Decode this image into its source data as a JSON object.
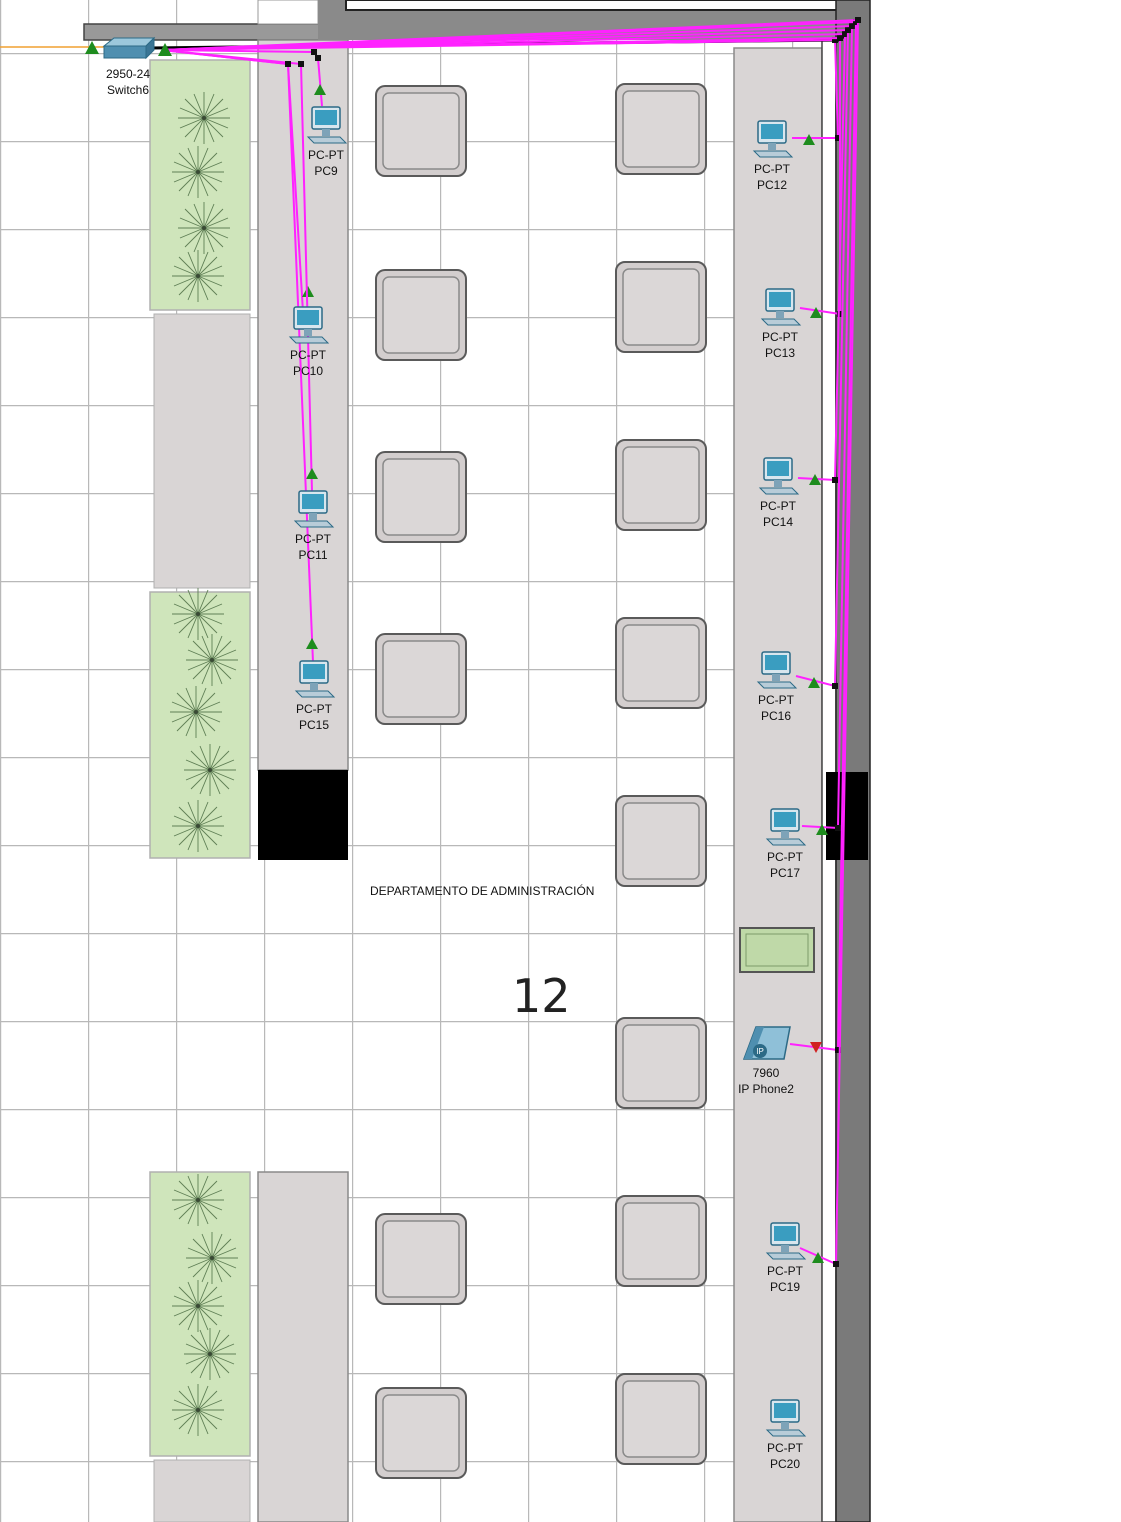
{
  "area_label": "DEPARTAMENTO DE ADMINISTRACIÓN",
  "room_number": "12",
  "colors": {
    "link": "#ff22ff",
    "trunk": "#000000",
    "uplink": "#f0a030",
    "port_up": "#1e8c1e",
    "port_down": "#d02020",
    "pc_screen": "#3a9dc0",
    "planter": "#cfe5bb",
    "wall": "#777777",
    "walkway": "#d9d5d5",
    "chair": "#d5d0d0"
  },
  "devices": [
    {
      "id": "switch6",
      "icon": "switch-icon",
      "model": "2950-24",
      "name": "Switch6"
    },
    {
      "id": "pc9",
      "icon": "pc-icon",
      "model": "PC-PT",
      "name": "PC9"
    },
    {
      "id": "pc10",
      "icon": "pc-icon",
      "model": "PC-PT",
      "name": "PC10"
    },
    {
      "id": "pc11",
      "icon": "pc-icon",
      "model": "PC-PT",
      "name": "PC11"
    },
    {
      "id": "pc15",
      "icon": "pc-icon",
      "model": "PC-PT",
      "name": "PC15"
    },
    {
      "id": "pc12",
      "icon": "pc-icon",
      "model": "PC-PT",
      "name": "PC12"
    },
    {
      "id": "pc13",
      "icon": "pc-icon",
      "model": "PC-PT",
      "name": "PC13"
    },
    {
      "id": "pc14",
      "icon": "pc-icon",
      "model": "PC-PT",
      "name": "PC14"
    },
    {
      "id": "pc16",
      "icon": "pc-icon",
      "model": "PC-PT",
      "name": "PC16"
    },
    {
      "id": "pc17",
      "icon": "pc-icon",
      "model": "PC-PT",
      "name": "PC17"
    },
    {
      "id": "phone2",
      "icon": "ip-phone-icon",
      "model": "7960",
      "name": "IP Phone2"
    },
    {
      "id": "pc19",
      "icon": "pc-icon",
      "model": "PC-PT",
      "name": "PC19"
    },
    {
      "id": "pc20",
      "icon": "pc-icon",
      "model": "PC-PT",
      "name": "PC20"
    }
  ],
  "links": [
    {
      "from": "switch6",
      "to": "pc9",
      "status": "up"
    },
    {
      "from": "switch6",
      "to": "pc10",
      "status": "up"
    },
    {
      "from": "switch6",
      "to": "pc11",
      "status": "up"
    },
    {
      "from": "switch6",
      "to": "pc15",
      "status": "up"
    },
    {
      "from": "switch6",
      "to": "pc12",
      "status": "up"
    },
    {
      "from": "switch6",
      "to": "pc13",
      "status": "up"
    },
    {
      "from": "switch6",
      "to": "pc14",
      "status": "up"
    },
    {
      "from": "switch6",
      "to": "pc16",
      "status": "up"
    },
    {
      "from": "switch6",
      "to": "pc17",
      "status": "up"
    },
    {
      "from": "switch6",
      "to": "phone2",
      "status": "down"
    },
    {
      "from": "switch6",
      "to": "pc19",
      "status": "up"
    }
  ]
}
